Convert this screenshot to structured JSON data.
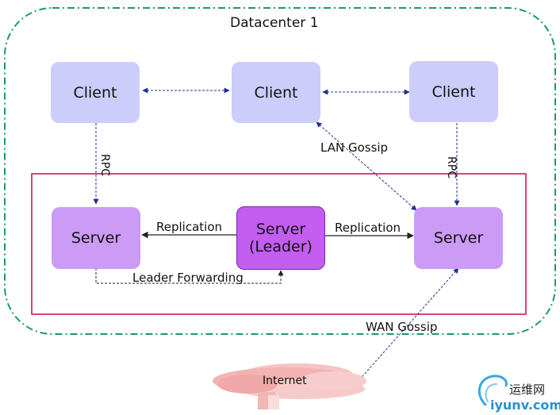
{
  "datacenter": {
    "title": "Datacenter 1"
  },
  "clients": [
    {
      "label": "Client"
    },
    {
      "label": "Client"
    },
    {
      "label": "Client"
    }
  ],
  "servers": {
    "left": "Server",
    "leader_line1": "Server",
    "leader_line2": "(Leader)",
    "right": "Server"
  },
  "edges": {
    "rpc_left": "RPC",
    "rpc_right": "RPC",
    "lan_gossip": "LAN Gossip",
    "replication_left": "Replication",
    "replication_right": "Replication",
    "leader_forwarding": "Leader Forwarding",
    "wan_gossip": "WAN Gossip"
  },
  "internet": {
    "label": "Internet"
  },
  "watermark": {
    "chinese": "运维网",
    "domain": "iyunv.com"
  },
  "colors": {
    "client_fill": "#cdcdfb",
    "server_fill": "#cb9bf6",
    "leader_fill": "#c35ef0",
    "datacenter_border": "#1a9a6a",
    "server_group_border": "#d4145a",
    "arrow": "#1f2f9a"
  }
}
